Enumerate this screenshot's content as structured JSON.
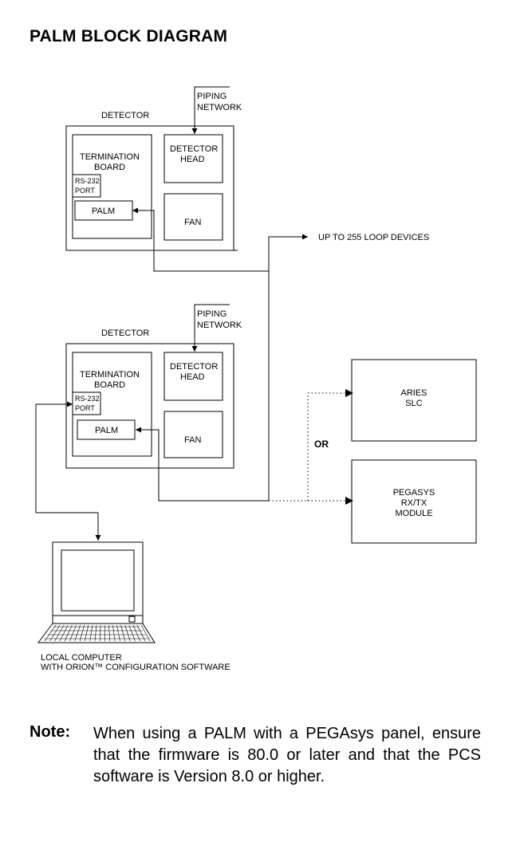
{
  "title": "PALM BLOCK DIAGRAM",
  "detector1": {
    "piping_line1": "PIPING",
    "piping_line2": "NETWORK",
    "label": "DETECTOR",
    "termination_line1": "TERMINATION",
    "termination_line2": "BOARD",
    "port_line1": "RS-232",
    "port_line2": "PORT",
    "palm": "PALM",
    "head_line1": "DETECTOR",
    "head_line2": "HEAD",
    "fan": "FAN"
  },
  "detector2": {
    "piping_line1": "PIPING",
    "piping_line2": "NETWORK",
    "label": "DETECTOR",
    "termination_line1": "TERMINATION",
    "termination_line2": "BOARD",
    "port_line1": "RS-232",
    "port_line2": "PORT",
    "palm": "PALM",
    "head_line1": "DETECTOR",
    "head_line2": "HEAD",
    "fan": "FAN"
  },
  "loop_devices": "UP TO 255 LOOP DEVICES",
  "aries": {
    "line1": "ARIES",
    "line2": "SLC"
  },
  "or_label": "OR",
  "pegasys": {
    "line1": "PEGASYS",
    "line2": "RX/TX",
    "line3": "MODULE"
  },
  "computer": {
    "line1": "LOCAL COMPUTER",
    "line2": "WITH ORION™ CONFIGURATION SOFTWARE"
  },
  "note": {
    "label": "Note:",
    "text": "When using a PALM with a PEGAsys panel, ensure that the firmware is 80.0 or later and that the PCS software is Version 8.0 or higher."
  }
}
